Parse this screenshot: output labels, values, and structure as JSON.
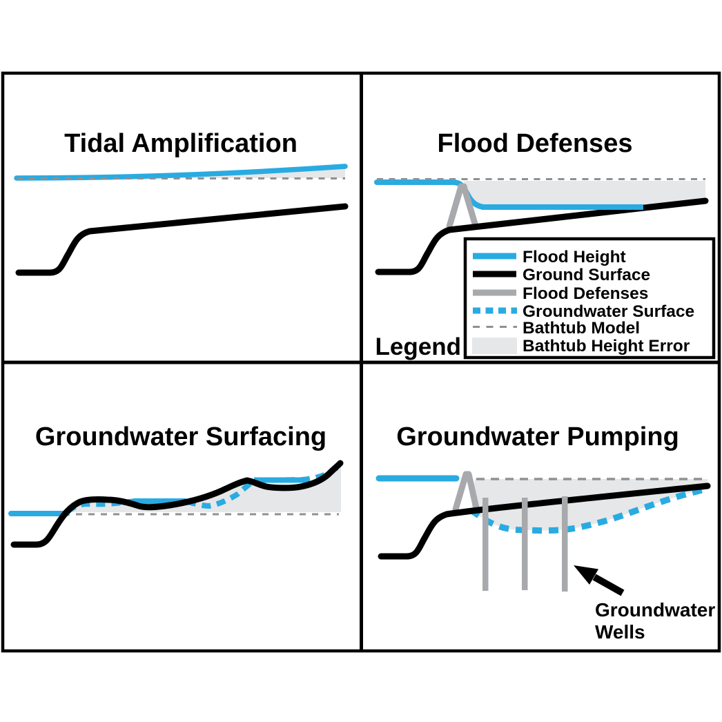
{
  "figure": {
    "panels": {
      "tidal_amplification": {
        "title": "Tidal Amplification"
      },
      "flood_defenses": {
        "title": "Flood Defenses"
      },
      "groundwater_surfacing": {
        "title": "Groundwater Surfacing"
      },
      "groundwater_pumping": {
        "title": "Groundwater Pumping",
        "annotation": {
          "line1": "Groundwater",
          "line2": "Wells"
        }
      }
    },
    "legend": {
      "heading": "Legend",
      "items": [
        {
          "label": "Flood Height",
          "swatch": "blue-solid-line"
        },
        {
          "label": "Ground Surface",
          "swatch": "black-solid-line"
        },
        {
          "label": "Flood Defenses",
          "swatch": "gray-solid-line"
        },
        {
          "label": "Groundwater Surface",
          "swatch": "blue-dashed-line"
        },
        {
          "label": "Bathtub Model",
          "swatch": "gray-dashed-line"
        },
        {
          "label": "Bathtub Height Error",
          "swatch": "light-gray-fill"
        }
      ]
    },
    "colors": {
      "flood_blue": "#29ABE2",
      "ground_black": "#000000",
      "defense_gray": "#A7A9AC",
      "bathtub_dash_gray": "#8E9093",
      "error_fill_gray": "#E6E7E8",
      "background": "#FFFFFF",
      "border_black": "#000000"
    }
  }
}
